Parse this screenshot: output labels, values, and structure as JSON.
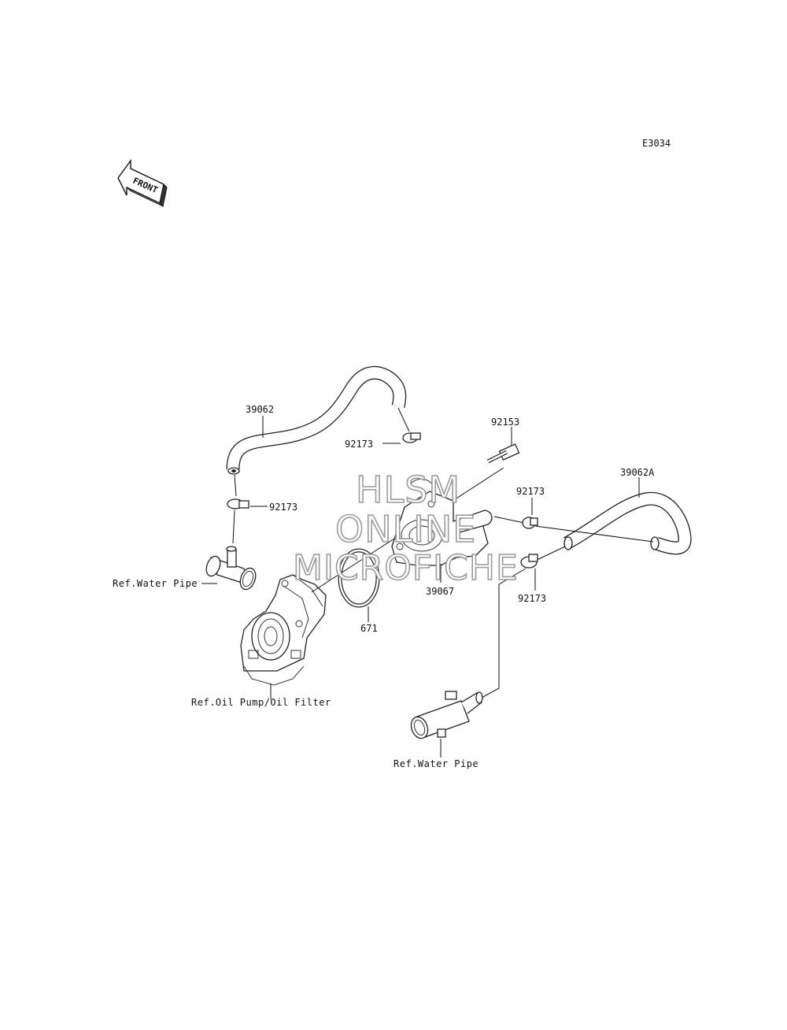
{
  "diagram_code": "E3034",
  "front_arrow_text": "FRONT",
  "labels": {
    "hose_left": "39062",
    "clamp_top": "92173",
    "clamp_left": "92173",
    "bolt": "92153",
    "hose_right": "39062A",
    "clamp_right_top": "92173",
    "clamp_right_bottom": "92173",
    "oil_cooler": "39067",
    "o_ring": "671",
    "ref_water_pipe_left": "Ref.Water Pipe",
    "ref_oil_pump": "Ref.Oil Pump/Oil Filter",
    "ref_water_pipe_bottom": "Ref.Water Pipe"
  },
  "watermark": {
    "line1": "HLSM",
    "line2": "ONLINE",
    "line3": "MICROFICHE"
  }
}
